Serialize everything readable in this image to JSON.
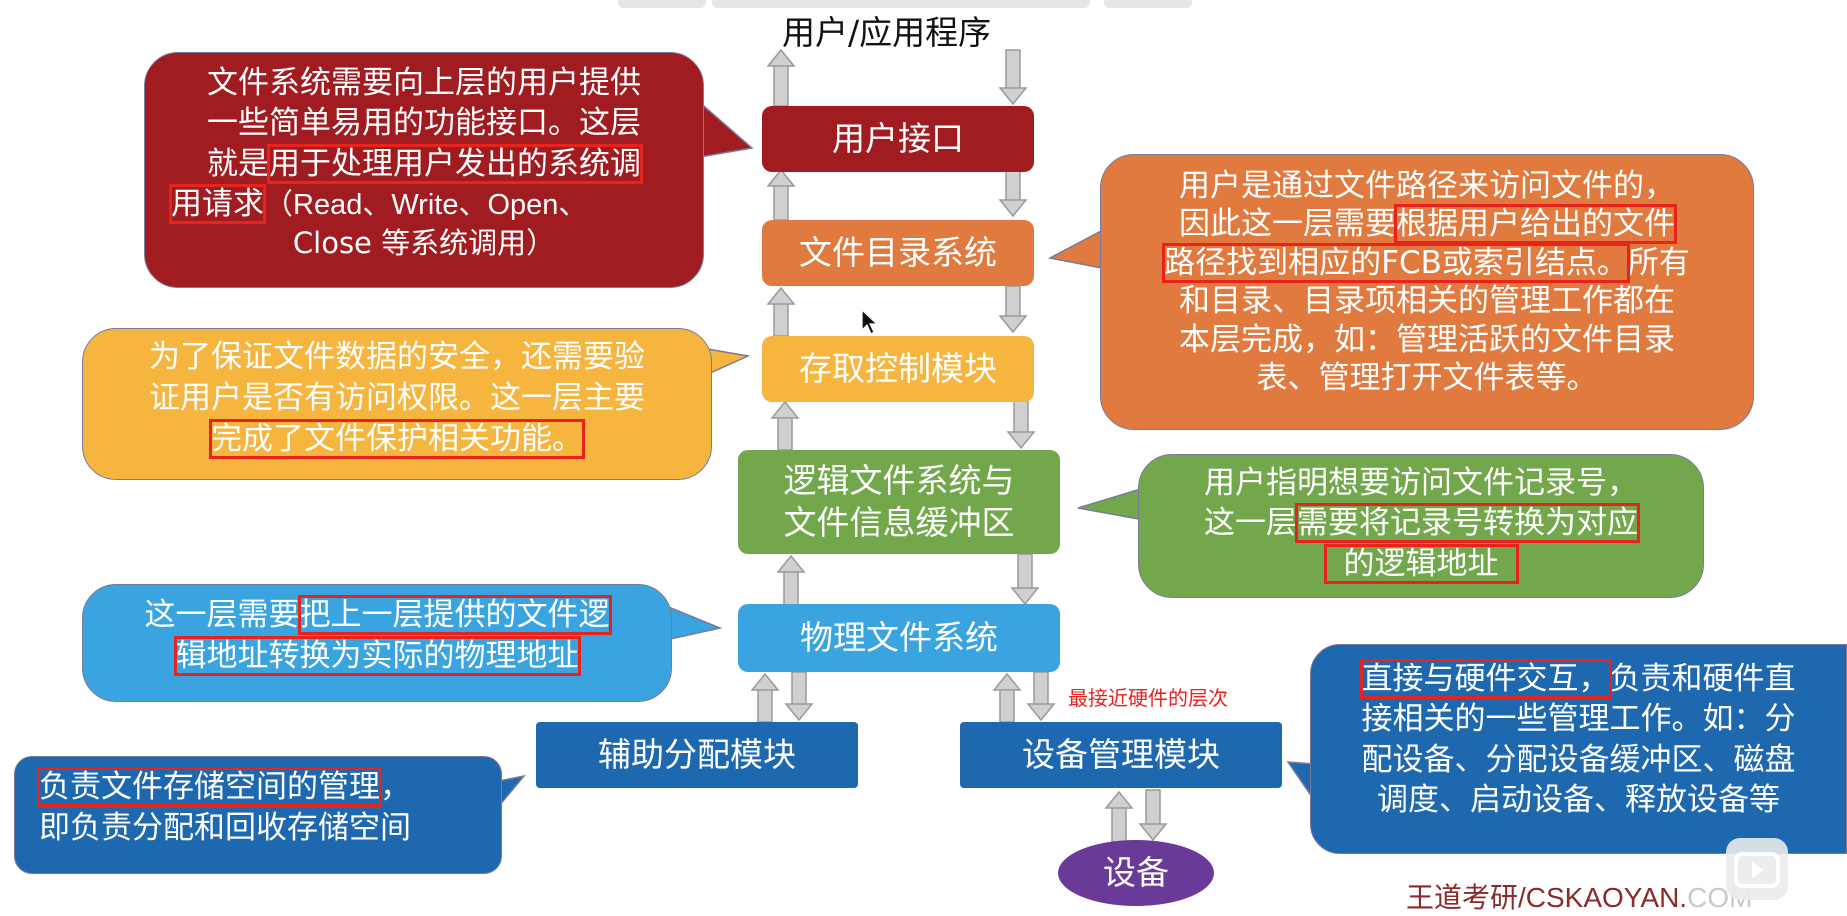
{
  "top_label": "用户/应用程序",
  "layers": {
    "user_interface": "用户接口",
    "directory_system": "文件目录系统",
    "access_control": "存取控制模块",
    "logical_fs_1": "逻辑文件系统与",
    "logical_fs_2": "文件信息缓冲区",
    "physical_fs": "物理文件系统",
    "aux_alloc": "辅助分配模块",
    "device_mgmt": "设备管理模块",
    "device": "设备"
  },
  "closest_hw_note": "最接近硬件的层次",
  "bubbles": {
    "user_interface": {
      "l1": "文件系统需要向上层的用户提供",
      "l2": "一些简单易用的功能接口。这层",
      "l3a": "就是",
      "l3b": "用于处理用户发出的系统调",
      "l4a": "用请求",
      "l4b": "（Read、Write、Open、",
      "l5": "Close 等系统调用）"
    },
    "directory": {
      "l1": "用户是通过文件路径来访问文件的，",
      "l2a": "因此这一层需要",
      "l2b": "根据用户给出的文件",
      "l3a": "路径找到相应的FCB或索引结点。",
      "l3b": "所有",
      "l4": "和目录、目录项相关的管理工作都在",
      "l5": "本层完成，如：管理活跃的文件目录",
      "l6": "表、管理打开文件表等。"
    },
    "access": {
      "l1": "为了保证文件数据的安全，还需要验",
      "l2": "证用户是否有访问权限。这一层主要",
      "l3": "完成了文件保护相关功能。"
    },
    "logical": {
      "l1": "用户指明想要访问文件记录号，",
      "l2a": "这一层",
      "l2b": "需要将记录号转换为对应",
      "l3": "的逻辑地址"
    },
    "physical": {
      "l1a": "这一层需要",
      "l1b": "把上一层提供的文件逻",
      "l2": "辑地址转换为实际的物理地址"
    },
    "aux": {
      "l1": "负责文件存储空间的管理",
      "l1b": "，",
      "l2": "即负责分配和回收存储空间"
    },
    "device": {
      "l1a": "直接与硬件交互，",
      "l1b": "负责和硬件直",
      "l2": "接相关的一些管理工作。如：分",
      "l3": "配设备、分配设备缓冲区、磁盘",
      "l4": "调度、启动设备、释放设备等"
    }
  },
  "watermark": "王道考研/CSKAOYAN.",
  "watermark_suffix": "COM",
  "colors": {
    "dark_red": "#a11c21",
    "orange": "#e07a3e",
    "yellow": "#f5b53f",
    "green": "#72a84b",
    "light_blue": "#3aa4e1",
    "dark_blue": "#1d68ae",
    "purple": "#6a3a98",
    "highlight": "#e8231d"
  }
}
